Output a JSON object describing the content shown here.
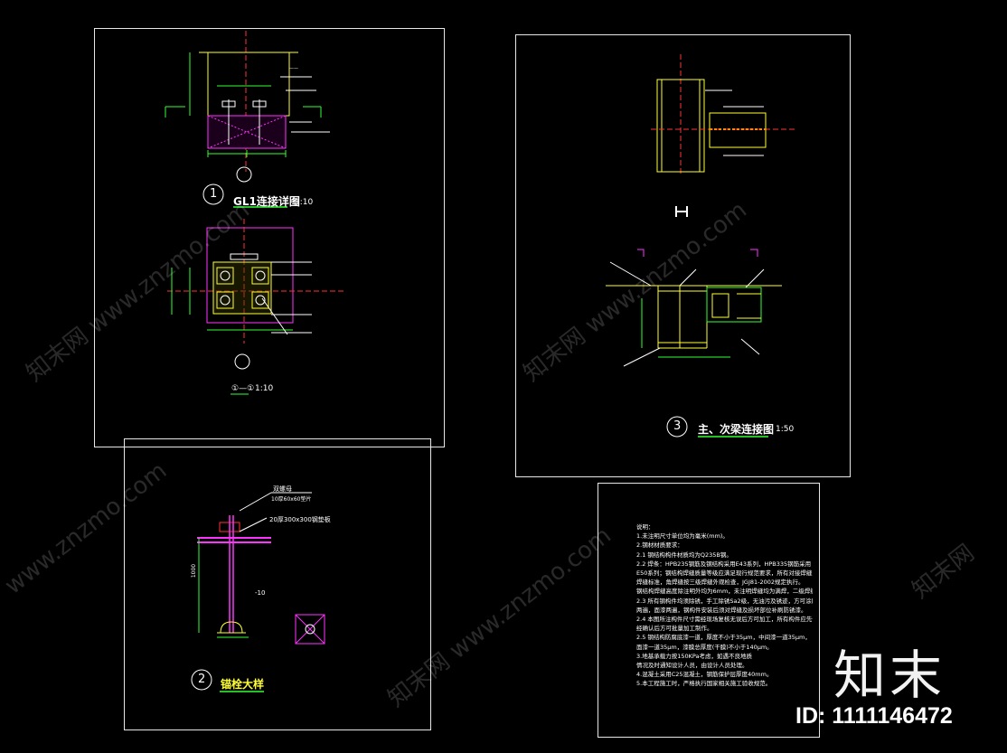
{
  "details": {
    "d1": {
      "number": "1",
      "title": "GL1连接详图",
      "scale": "1:10"
    },
    "section": {
      "title": "①—① ",
      "scale": "1:10"
    },
    "d2": {
      "number": "2",
      "title": "锚栓大样",
      "label_a": "双螺母",
      "label_b": "10厚60x60垫片",
      "label_c": "20厚300x300钢垫板",
      "dim_h": "1000",
      "dim_10": "-10"
    },
    "d3": {
      "number": "3",
      "title": "主、次梁连接图",
      "scale": "1:50"
    }
  },
  "notes": {
    "heading": "说明：",
    "lines": [
      "1.未注明尺寸单位均为毫米(mm)。",
      "2.钢材材质要求：",
      "2.1 钢结构构件材质均为Q235B钢。",
      "2.2 焊条：HPB235钢筋及钢结构采用E43系列，HPB335钢筋采用",
      "E50系列；钢结构焊缝质量等级应满足现行规范要求，所有对接焊缝为二级",
      "焊缝标准，角焊缝按三级焊缝外观检查，JGJ81-2002规定执行。",
      "钢结构焊缝高度除注明外均为6mm，未注明焊缝均为满焊，二级焊缝。",
      "2.3 所有钢构件均须除锈，手工除锈Sa2级，无油污及锈迹，方可涂刷防锈底漆",
      "两遍，面漆两遍，钢构件安装后须对焊缝及损坏部位补刷防锈漆。",
      "2.4 本图所注构件尺寸需经现场复核无误后方可加工，所有构件应先做样板，",
      "经确认后方可批量加工制作。",
      "2.5 钢结构防腐底漆一道，厚度不小于35μm，中间漆一道35μm，",
      "面漆一道35μm，漆膜总厚度(干膜)不小于140μm。",
      "3.地基承载力按150KPa考虑，如遇不良地质",
      "  情况及时通知设计人员，由设计人员处理。",
      "4.混凝土采用C25混凝土，钢筋保护层厚度40mm。",
      "5.本工程施工时，严格执行国家相关施工验收规范。"
    ]
  },
  "watermark": {
    "text": "www.znzmo.com",
    "text_cn": "知末网"
  },
  "brand": {
    "name": "知末",
    "id_label": "ID: 1111146472"
  },
  "colors": {
    "line_white": "#ffffff",
    "line_yellow": "#ffff33",
    "line_green": "#33ff33",
    "line_red": "#ff3333",
    "line_magenta": "#ff33ff",
    "line_cyan": "#33ffff"
  }
}
